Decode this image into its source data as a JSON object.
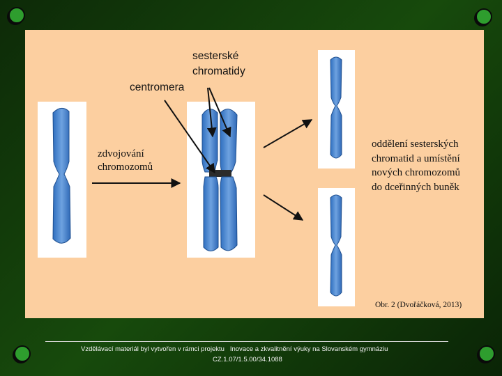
{
  "labels": {
    "sister_line1": "sesterské",
    "sister_line2": "chromatidy",
    "centromere": "centromera",
    "duplication_line1": "zdvojování",
    "duplication_line2": "chromozomů",
    "separation_line1": "oddělení sesterských",
    "separation_line2": "chromatid a umístění",
    "separation_line3": "nových chromozomů",
    "separation_line4": "do dceřinných buněk",
    "caption": "Obr. 2  (Dvořáčková, 2013)"
  },
  "footer": {
    "line1": "Vzdělávací materiál byl vytvořen v rámci projektu   Inovace a zkvalitnění výuky na Slovanském gymnáziu",
    "line2": "CZ.1.07/1.5.00/34.1088"
  },
  "colors": {
    "background": "#174a0c",
    "panel": "#fccfa0",
    "chromosome": "#4a86d0",
    "corner_bullet": "#2e9d2e"
  }
}
